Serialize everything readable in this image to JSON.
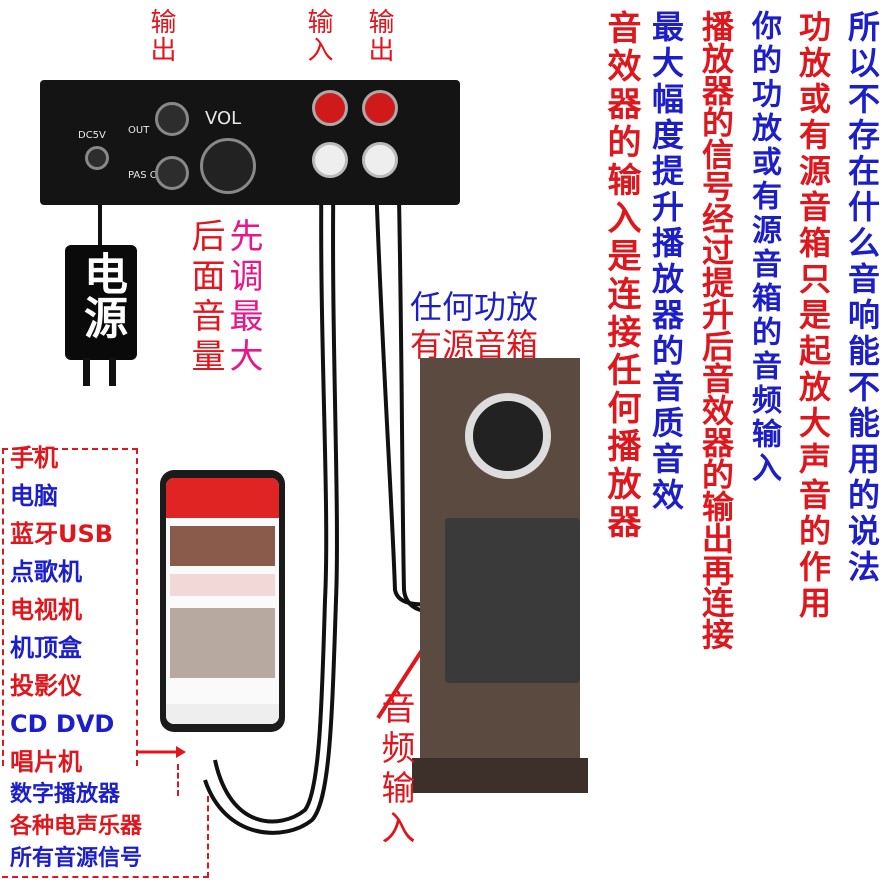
{
  "amp_labels": {
    "output_left": "输出",
    "input": "输入",
    "output_right": "输出"
  },
  "amp_panel": {
    "dc": "DC5V",
    "out": "OUT",
    "pas_out": "PAS OUT",
    "vol": "VOL"
  },
  "power_label": "电源",
  "volume_note_col1": "后面音量",
  "volume_note_col2": "先调最大",
  "speaker_label_line1": "任何功放",
  "speaker_label_line2": "有源音箱",
  "audio_input_label": "音频输入",
  "sources": [
    "手机",
    "电脑",
    "蓝牙USB",
    "点歌机",
    "电视机",
    "机顶盒",
    "投影仪",
    "CD DVD",
    "唱片机",
    "数字播放器",
    "各种电声乐器",
    "所有音源信号"
  ],
  "notes": [
    {
      "text": "音效器的输入是连接任何播放器",
      "color": "#e0161d"
    },
    {
      "text": "最大幅度提升播放器的音质音效",
      "color": "#1b1ec9"
    },
    {
      "text": "播放器的信号经过提升后音效器的输出再连接",
      "color": "#e0161d"
    },
    {
      "text": "你的功放或有源音箱的音频输入",
      "color": "#1b1ec9"
    },
    {
      "text": "功放或有源音箱只是起放大声音的作用",
      "color": "#e0161d"
    },
    {
      "text": "所以不存在什么音响能不能用的说法",
      "color": "#1b1ec9"
    }
  ],
  "colors": {
    "red": "#e0161d",
    "blue": "#1b1ec9",
    "pink": "#e8168a"
  }
}
